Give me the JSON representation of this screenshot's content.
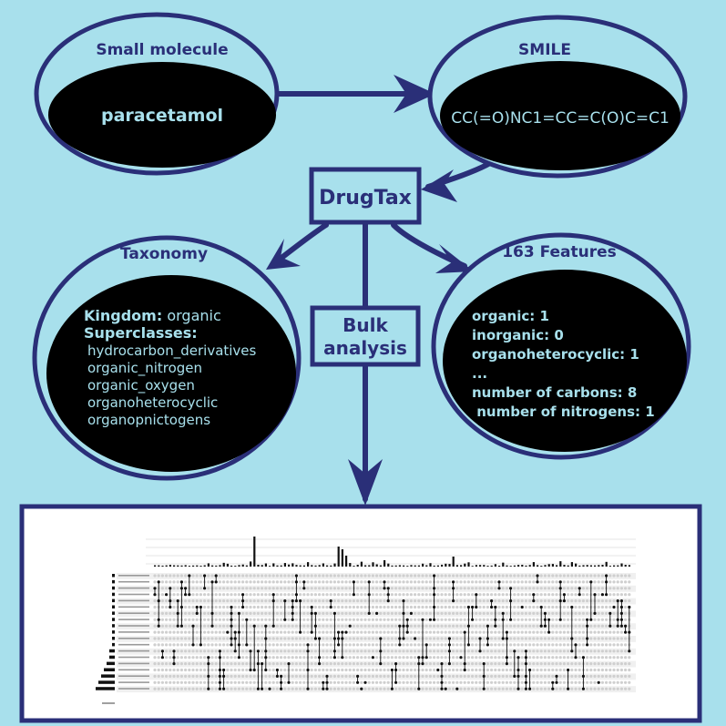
{
  "small_molecule": {
    "title": "Small molecule",
    "value": "paracetamol"
  },
  "smile": {
    "title": "SMILE",
    "value": "CC(=O)NC1=CC=C(O)C=C1"
  },
  "drugtax": {
    "label": "DrugTax"
  },
  "bulk": {
    "line1": "Bulk",
    "line2": "analysis"
  },
  "taxonomy": {
    "title": "Taxonomy",
    "kingdom_label": "Kingdom:",
    "kingdom_value": " organic",
    "superclasses_label": "Superclasses:",
    "superclasses": [
      "hydrocarbon_derivatives",
      "organic_nitrogen",
      "organic_oxygen",
      "organoheterocyclic",
      "organopnictogens"
    ]
  },
  "features": {
    "title": "163 Features",
    "lines": [
      "organic: 1",
      "inorganic: 0",
      "organoheterocyclic: 1",
      "...",
      "number of carbons: 8",
      " number of nitrogens: 1"
    ]
  },
  "colors": {
    "background": "#a8e0ec",
    "navy": "#2a2f78",
    "black": "#000000",
    "white": "#ffffff"
  }
}
